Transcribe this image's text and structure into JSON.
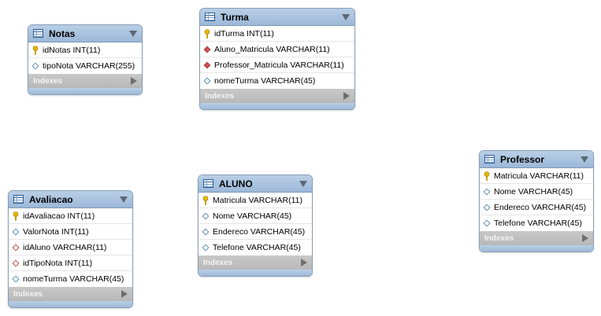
{
  "tables": {
    "notas": {
      "name": "Notas",
      "columns": [
        {
          "text": "idNotas INT(11)",
          "icon": "key-icon"
        },
        {
          "text": "tipoNota VARCHAR(255)",
          "icon": "column-diamond-icon"
        }
      ],
      "indexes_label": "Indexes"
    },
    "turma": {
      "name": "Turma",
      "columns": [
        {
          "text": "idTurma INT(11)",
          "icon": "key-icon"
        },
        {
          "text": "Aluno_Matricula VARCHAR(11)",
          "icon": "foreign-key-icon"
        },
        {
          "text": "Professor_Matricula VARCHAR(11)",
          "icon": "foreign-key-icon"
        },
        {
          "text": "nomeTurma VARCHAR(45)",
          "icon": "column-diamond-icon"
        }
      ],
      "indexes_label": "Indexes"
    },
    "professor": {
      "name": "Professor",
      "columns": [
        {
          "text": "Matricula VARCHAR(11)",
          "icon": "key-icon"
        },
        {
          "text": "Nome VARCHAR(45)",
          "icon": "column-diamond-icon"
        },
        {
          "text": "Endereco VARCHAR(45)",
          "icon": "column-diamond-icon"
        },
        {
          "text": "Telefone VARCHAR(45)",
          "icon": "column-diamond-icon"
        }
      ],
      "indexes_label": "Indexes"
    },
    "avaliacao": {
      "name": "Avaliacao",
      "columns": [
        {
          "text": "idAvaliacao INT(11)",
          "icon": "key-icon"
        },
        {
          "text": "ValorNota INT(11)",
          "icon": "column-diamond-icon"
        },
        {
          "text": "idAluno VARCHAR(11)",
          "icon": "nullable-column-icon"
        },
        {
          "text": "idTipoNota INT(11)",
          "icon": "nullable-column-icon"
        },
        {
          "text": "nomeTurma VARCHAR(45)",
          "icon": "column-diamond-icon"
        }
      ],
      "indexes_label": "Indexes"
    },
    "aluno": {
      "name": "ALUNO",
      "columns": [
        {
          "text": "Matricula VARCHAR(11)",
          "icon": "key-icon"
        },
        {
          "text": "Nome VARCHAR(45)",
          "icon": "column-diamond-icon"
        },
        {
          "text": "Endereco VARCHAR(45)",
          "icon": "column-diamond-icon"
        },
        {
          "text": "Telefone VARCHAR(45)",
          "icon": "column-diamond-icon"
        }
      ],
      "indexes_label": "Indexes"
    }
  },
  "colors": {
    "header": "#9cb8d8",
    "key": "#e8b800",
    "foreign_key": "#d05050",
    "column": "#5f8fb8",
    "nullable": "#c05050",
    "indexes_bar": "#bcbcbc"
  }
}
